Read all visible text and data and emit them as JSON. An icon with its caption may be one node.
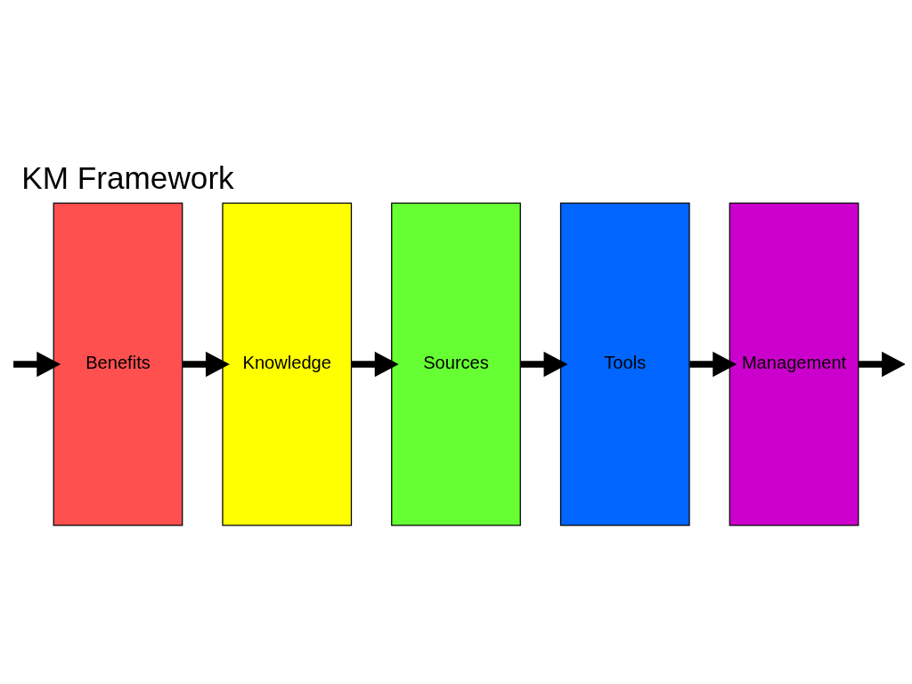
{
  "diagram": {
    "title": "KM Framework",
    "nodes": [
      {
        "text": [
          "Benefits"
        ]
      },
      {
        "text": [
          "Knowledge"
        ]
      },
      {
        "text": [
          "Sources"
        ]
      },
      {
        "text": [
          "Tools"
        ]
      },
      {
        "text": [
          "Management"
        ]
      }
    ],
    "edges": [
      {
        "from": null,
        "to": 0,
        "arrow": "to"
      },
      {
        "from": 0,
        "to": 1,
        "arrow": "to"
      },
      {
        "from": 1,
        "to": 2,
        "arrow": "to"
      },
      {
        "from": 2,
        "to": 3,
        "arrow": "to"
      },
      {
        "from": 3,
        "to": 4,
        "arrow": "to"
      },
      {
        "from": 4,
        "to": null,
        "arrow": "to"
      }
    ]
  }
}
